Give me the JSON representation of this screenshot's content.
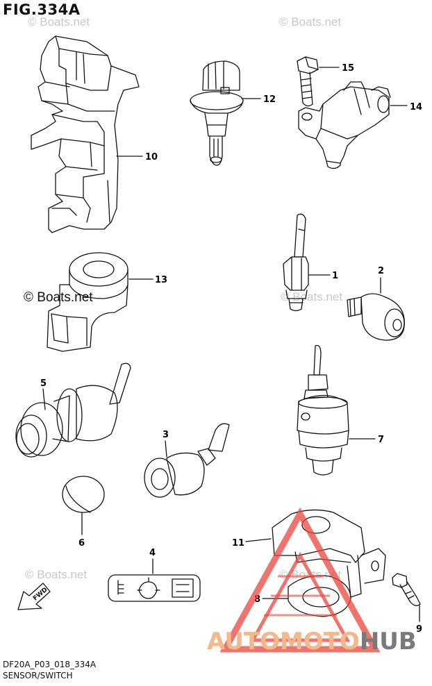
{
  "figure": {
    "title": "FIG.334A"
  },
  "watermarks": {
    "main": "© Boats.net",
    "faint": [
      "© Boats.net",
      "© Boats.net",
      "© Boats.net",
      "© Boats.net",
      "© Boats.net"
    ]
  },
  "parts": [
    {
      "number": "1"
    },
    {
      "number": "2"
    },
    {
      "number": "3"
    },
    {
      "number": "4"
    },
    {
      "number": "5"
    },
    {
      "number": "6"
    },
    {
      "number": "7"
    },
    {
      "number": "8"
    },
    {
      "number": "9"
    },
    {
      "number": "10"
    },
    {
      "number": "11"
    },
    {
      "number": "12"
    },
    {
      "number": "13"
    },
    {
      "number": "14"
    },
    {
      "number": "15"
    }
  ],
  "fwd_label": "FWD",
  "brand": {
    "part1": "AUTOMOTO",
    "part2": "HUB",
    "color1": "#f4b88a",
    "color2": "#7a7a7a"
  },
  "logo_color": "#e8463c",
  "footer": {
    "code": "DF20A_P03_018_334A",
    "title": "SENSOR/SWITCH"
  }
}
